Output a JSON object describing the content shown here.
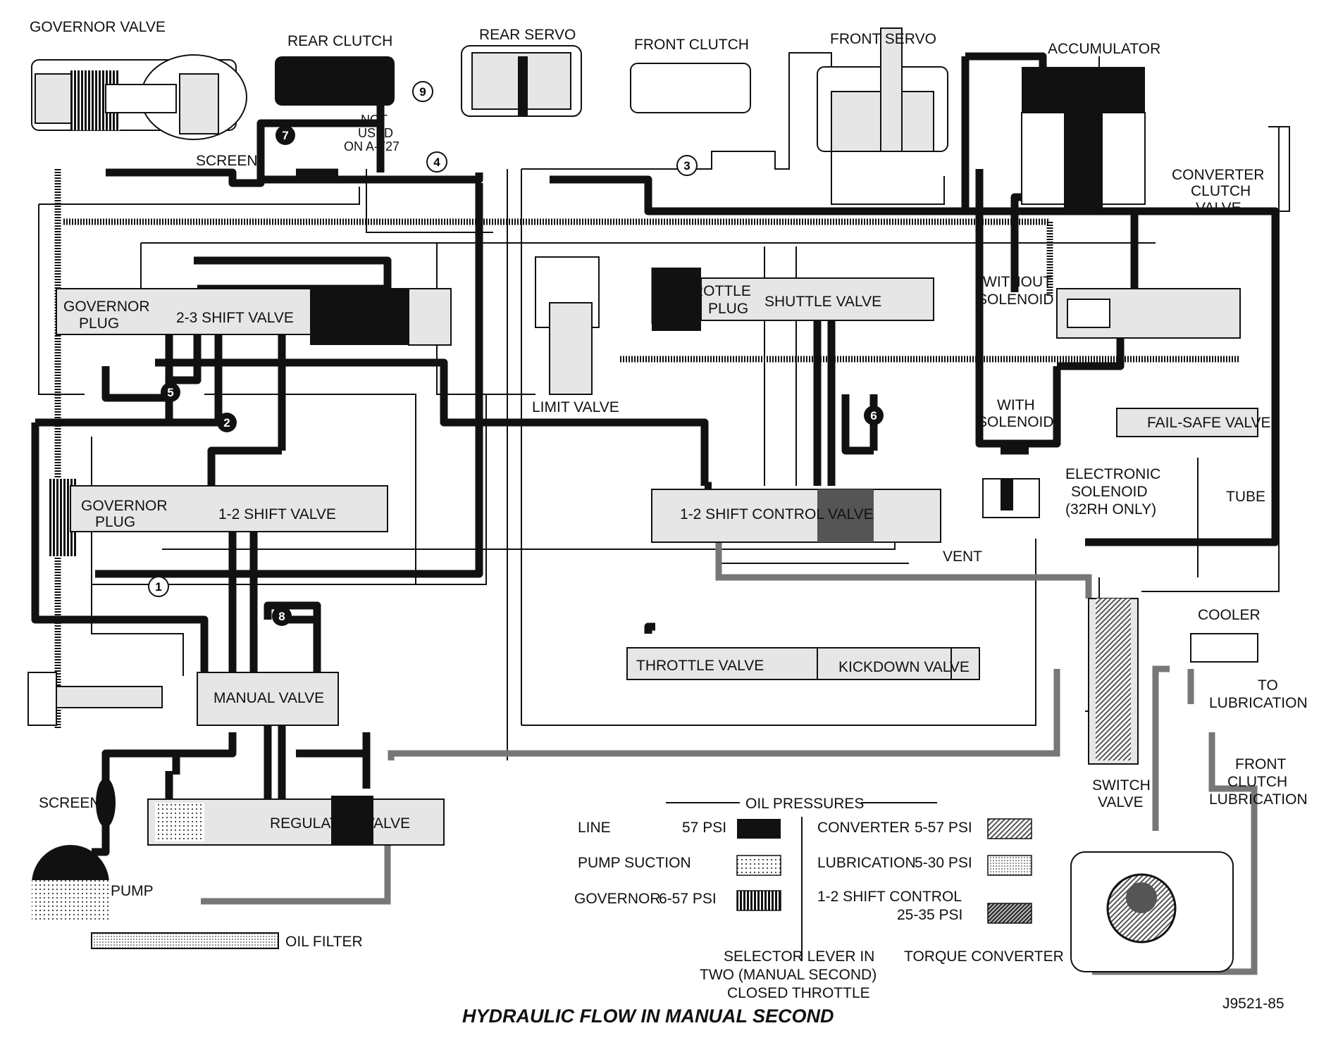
{
  "labels": {
    "governor_valve": "GOVERNOR VALVE",
    "rear_clutch": "REAR CLUTCH",
    "rear_servo": "REAR SERVO",
    "front_clutch": "FRONT CLUTCH",
    "front_servo": "FRONT SERVO",
    "accumulator": "ACCUMULATOR",
    "screen_top": "SCREEN",
    "not_used_1": "NOT",
    "not_used_2": "USED",
    "not_used_3": "ON A-727",
    "converter_clutch_valve_1": "CONVERTER",
    "converter_clutch_valve_2": "CLUTCH",
    "converter_clutch_valve_3": "VALVE",
    "without_solenoid_1": "WITHOUT",
    "without_solenoid_2": "SOLENOID",
    "with_solenoid_1": "WITH",
    "with_solenoid_2": "SOLENOID",
    "electronic_solenoid_1": "ELECTRONIC",
    "electronic_solenoid_2": "SOLENOID",
    "electronic_solenoid_3": "(32RH ONLY)",
    "tube": "TUBE",
    "vent": "VENT",
    "cooler": "COOLER",
    "to_lubrication_1": "TO",
    "to_lubrication_2": "LUBRICATION",
    "switch_valve_1": "SWITCH",
    "switch_valve_2": "VALVE",
    "front_clutch_lub_1": "FRONT",
    "front_clutch_lub_2": "CLUTCH",
    "front_clutch_lub_3": "LUBRICATION",
    "screen_bottom": "SCREEN",
    "pump": "PUMP",
    "oil_filter": "OIL FILTER",
    "torque_converter": "TORQUE CONVERTER",
    "figure_id": "J9521-85"
  },
  "valves": {
    "governor_plug_top_1": "GOVERNOR",
    "governor_plug_top_2": "PLUG",
    "shift_23": "2-3 SHIFT VALVE",
    "limit_valve": "LIMIT VALVE",
    "throttle_plug_1": "THROTTLE",
    "throttle_plug_2": "PLUG",
    "shuttle_valve": "SHUTTLE VALVE",
    "fail_safe_valve": "FAIL-SAFE VALVE",
    "governor_plug_bottom_1": "GOVERNOR",
    "governor_plug_bottom_2": "PLUG",
    "shift_12": "1-2 SHIFT VALVE",
    "shift_control_12": "1-2 SHIFT CONTROL VALVE",
    "throttle_valve": "THROTTLE VALVE",
    "kickdown_valve": "KICKDOWN VALVE",
    "manual_valve": "MANUAL VALVE",
    "regulator_valve": "REGULATOR VALVE"
  },
  "ball_checks": [
    "1",
    "2",
    "3",
    "4",
    "5",
    "6",
    "7",
    "8",
    "9"
  ],
  "legend": {
    "title": "OIL PRESSURES",
    "items": [
      {
        "name": "LINE",
        "value": "57 PSI",
        "pattern": "solid-black"
      },
      {
        "name": "PUMP SUCTION",
        "value": "",
        "pattern": "dots"
      },
      {
        "name": "GOVERNOR",
        "value": "6-57 PSI",
        "pattern": "vertical-stripes"
      },
      {
        "name": "CONVERTER",
        "value": "5-57 PSI",
        "pattern": "diagonal-hatch"
      },
      {
        "name": "LUBRICATION",
        "value": "5-30 PSI",
        "pattern": "fine-dots"
      },
      {
        "name": "1-2 SHIFT CONTROL",
        "value": "25-35 PSI",
        "pattern": "diagonal-hatch-dark"
      }
    ]
  },
  "selector_note": [
    "SELECTOR LEVER IN",
    "TWO (MANUAL SECOND)",
    "CLOSED THROTTLE"
  ],
  "caption": "HYDRAULIC FLOW IN MANUAL SECOND",
  "colors": {
    "line": "#111111",
    "background": "#ffffff",
    "valve_fill": "#e6e6e6"
  }
}
